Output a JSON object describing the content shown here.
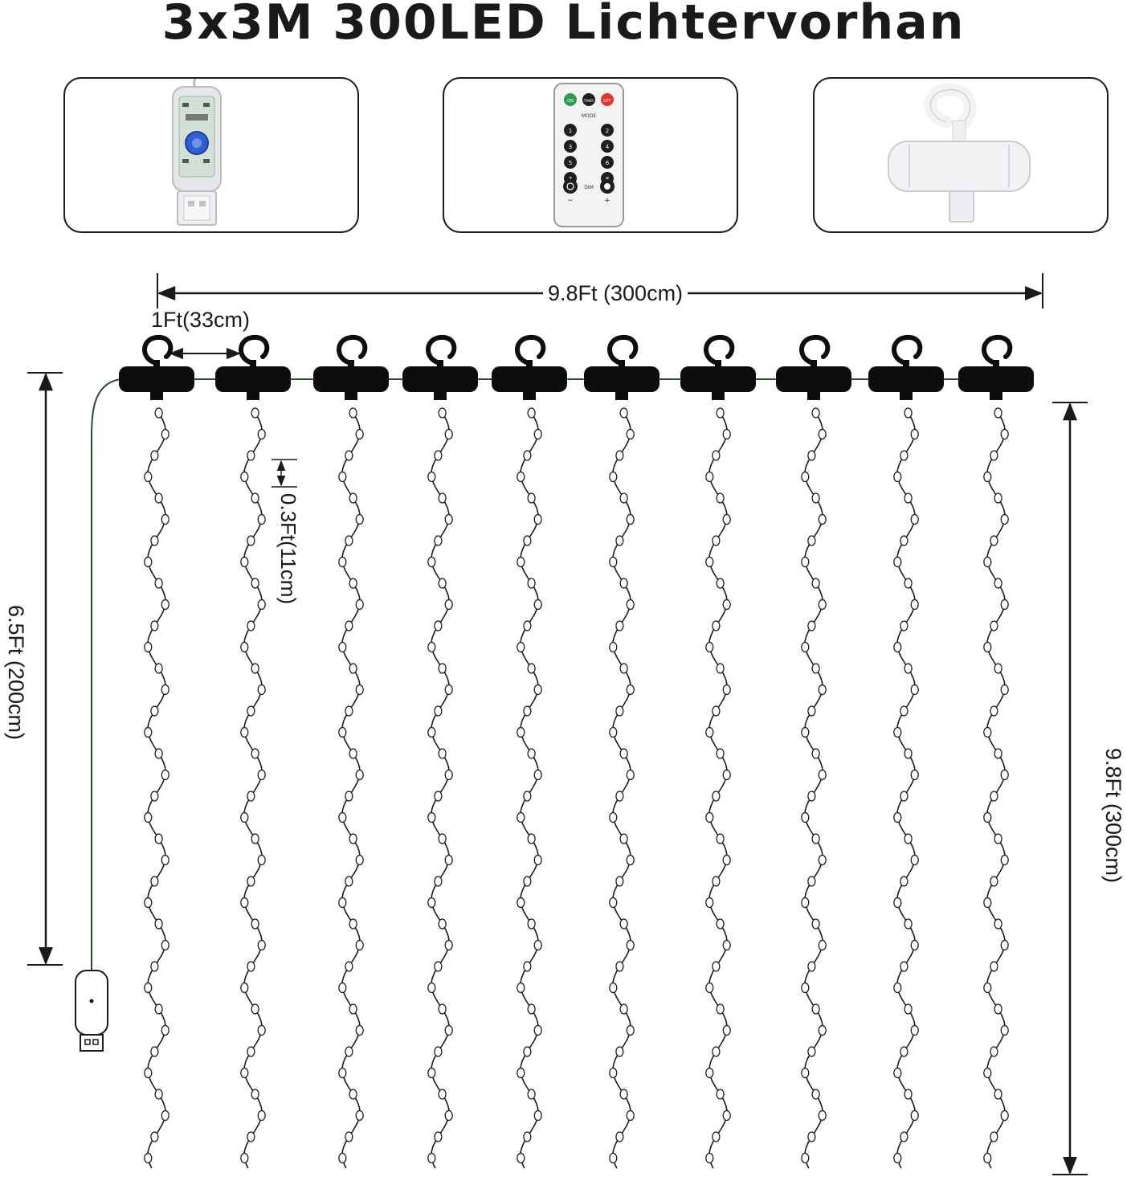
{
  "title": "3x3M 300LED Lichtervorhan",
  "panels": [
    {
      "icon": "usb-controller-icon"
    },
    {
      "icon": "remote-control-icon"
    },
    {
      "icon": "hook-icon"
    }
  ],
  "remote": {
    "top_buttons": [
      "ON",
      "TIMER",
      "OFF"
    ],
    "mode_label": "MODE",
    "number_keys": [
      "1",
      "2",
      "3",
      "4",
      "5",
      "6",
      "7",
      "8"
    ],
    "dim_label": "DIM",
    "minus": "−",
    "plus": "+"
  },
  "dimensions": {
    "total_width": "9.8Ft (300cm)",
    "hook_spacing": "1Ft(33cm)",
    "led_spacing": "0.3Ft(11cm)",
    "lead_cable": "6.5Ft (200cm)",
    "strand_length": "9.8Ft (300cm)"
  },
  "colors": {
    "line": "#1a1a1a",
    "hook_black": "#0d0d0d",
    "remote_on": "#2e9b4f",
    "remote_off": "#e0342b",
    "usb_button": "#2f5fd0",
    "wire_green": "#2d4a2d"
  }
}
